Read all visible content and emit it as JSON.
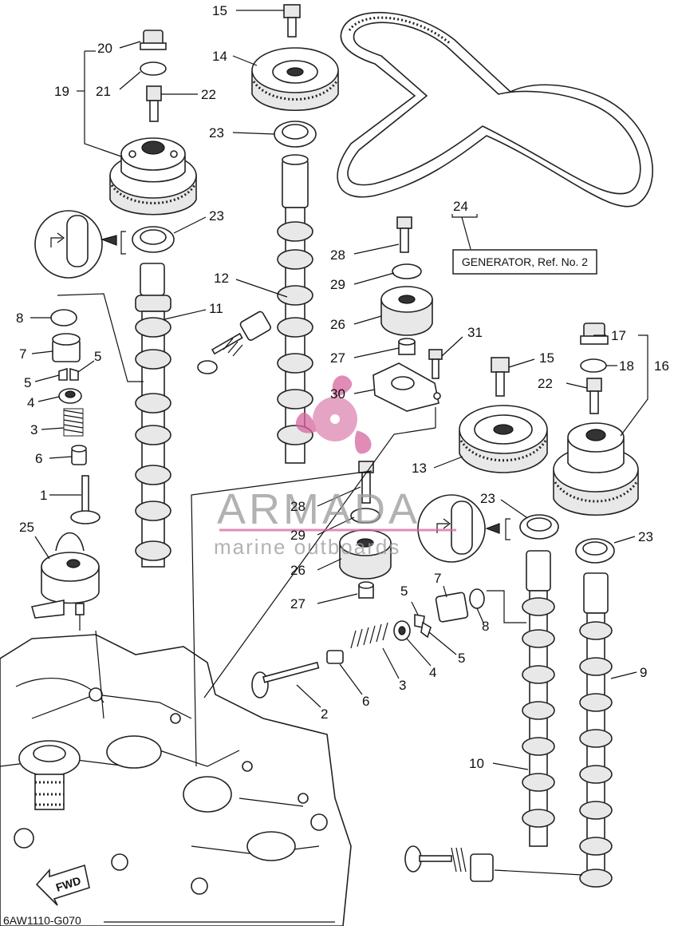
{
  "callouts": {
    "c1": "1",
    "c2": "2",
    "c3a": "3",
    "c3b": "3",
    "c4a": "4",
    "c4b": "4",
    "c5a": "5",
    "c5b": "5",
    "c5c": "5",
    "c5d": "5",
    "c6a": "6",
    "c6b": "6",
    "c7a": "7",
    "c7b": "7",
    "c8a": "8",
    "c8b": "8",
    "c9": "9",
    "c10": "10",
    "c11": "11",
    "c12": "12",
    "c13": "13",
    "c14": "14",
    "c15a": "15",
    "c15b": "15",
    "c16": "16",
    "c17": "17",
    "c18": "18",
    "c19": "19",
    "c20": "20",
    "c21": "21",
    "c22a": "22",
    "c22b": "22",
    "c23a": "23",
    "c23b": "23",
    "c23c": "23",
    "c23d": "23",
    "c24": "24",
    "c25": "25",
    "c26a": "26",
    "c26b": "26",
    "c27a": "27",
    "c27b": "27",
    "c28a": "28",
    "c28b": "28",
    "c29a": "29",
    "c29b": "29",
    "c30": "30",
    "c31": "31"
  },
  "generator_ref": "GENERATOR, Ref. No. 2",
  "fwd_label": "FWD",
  "diagram_code": "6AW1110-G070",
  "watermark": {
    "brand": "ARMADA",
    "tagline": "marine outboards",
    "color": "#d6669e"
  }
}
